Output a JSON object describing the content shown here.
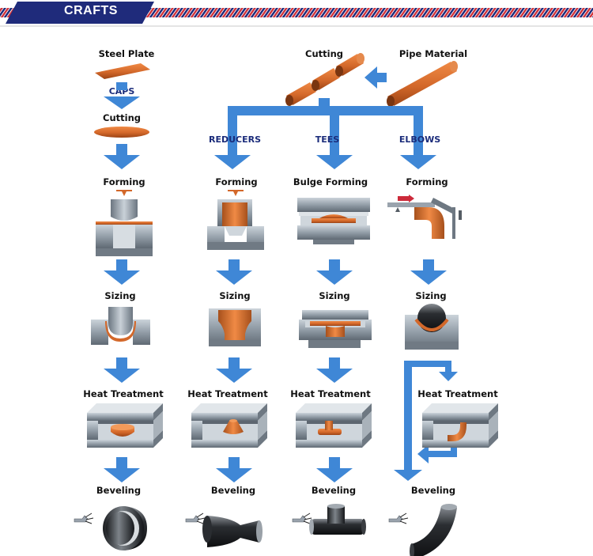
{
  "header": {
    "title": "CRAFTS"
  },
  "colors": {
    "arrow": "#3f87d6",
    "copper": "#d3682a",
    "steel": "#8c97a2",
    "navy": "#1f2b7b",
    "accent": "#cc2a3a"
  },
  "top": {
    "steel_plate": "Steel Plate",
    "caps": "CAPS",
    "cutting_left": "Cutting",
    "cutting_top": "Cutting",
    "pipe_material": "Pipe Material"
  },
  "categories": [
    "REDUCERS",
    "TEES",
    "ELBOWS"
  ],
  "forming": [
    "Forming",
    "Forming",
    "Bulge Forming",
    "Forming"
  ],
  "sizing": [
    "Sizing",
    "Sizing",
    "Sizing",
    "Sizing"
  ],
  "heat": [
    "Heat Treatment",
    "Heat Treatment",
    "Heat Treatment",
    "Heat Treatment"
  ],
  "beveling": [
    "Beveling",
    "Beveling",
    "Beveling",
    "Beveling"
  ]
}
